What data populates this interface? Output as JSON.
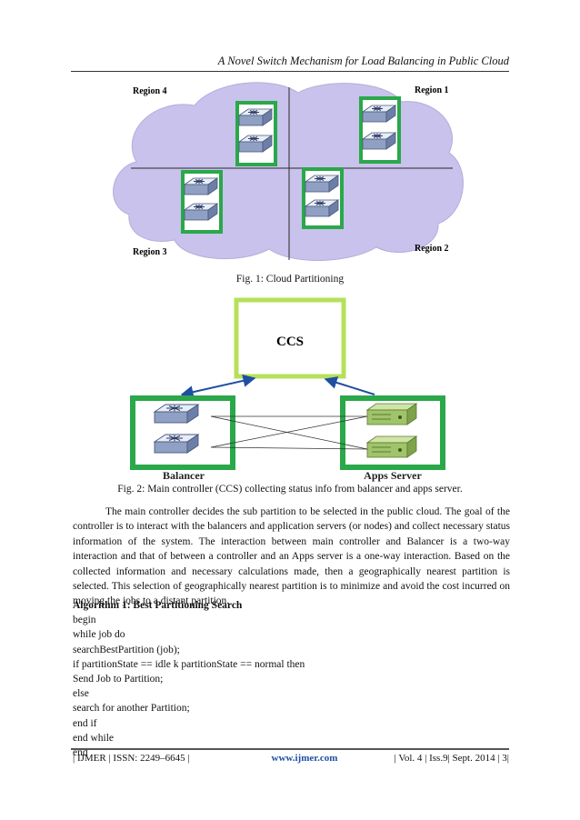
{
  "header": {
    "running_title": "A Novel Switch Mechanism for Load Balancing in Public Cloud"
  },
  "figure1": {
    "regions": [
      "Region 4",
      "Region 1",
      "Region 3",
      "Region 2"
    ],
    "caption": "Fig. 1: Cloud Partitioning",
    "colors": {
      "cloud": "#c8c2ec",
      "box_border": "#2aa84a"
    }
  },
  "figure2": {
    "controller_label": "CCS",
    "balancer_label": "Balancer",
    "apps_label": "Apps Server",
    "caption": "Fig. 2: Main controller (CCS) collecting status info from balancer and apps server.",
    "colors": {
      "controller_border": "#b6e05a",
      "box_border": "#2aa84a",
      "arrow": "#1f4fa3"
    }
  },
  "body": {
    "paragraph": "The main controller decides the sub partition to be selected in the public cloud. The goal of the controller is to interact with the balancers and application servers (or nodes) and collect necessary status information of the system. The interaction between main controller and Balancer is a two-way interaction and that of between a controller and an Apps server is a one-way interaction. Based on the collected information and necessary calculations made, then a geographically nearest partition is selected. This selection of geographically nearest partition is to minimize and avoid the cost incurred on moving the jobs to a distant partition."
  },
  "algorithm": {
    "title": "Algorithm 1: Best Partitioning Search",
    "lines": [
      "begin",
      "while job do",
      "searchBestPartition (job);",
      "if partitionState == idle k partitionState == normal then",
      "Send Job to Partition;",
      "else",
      "search for another Partition;",
      "end if",
      "end while",
      "end"
    ]
  },
  "footer": {
    "left": "| IJMER | ISSN: 2249–6645 |",
    "center": "www.ijmer.com",
    "right": "| Vol. 4 | Iss.9| Sept. 2014 | 3|"
  }
}
